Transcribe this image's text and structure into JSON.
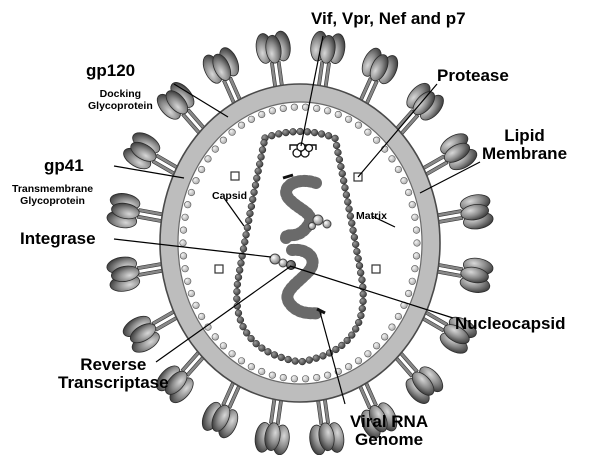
{
  "diagram": {
    "labels": {
      "vif_vpr_nef_p7": "Vif, Vpr, Nef and p7",
      "protease": "Protease",
      "lipid_membrane_line1": "Lipid",
      "lipid_membrane_line2": "Membrane",
      "gp120": "gp120",
      "gp120_sub_line1": "Docking",
      "gp120_sub_line2": "Glycoprotein",
      "gp41": "gp41",
      "gp41_sub_line1": "Transmembrane",
      "gp41_sub_line2": "Glycoprotein",
      "capsid": "Capsid",
      "matrix": "Matrix",
      "integrase": "Integrase",
      "nucleocapsid": "Nucleocapsid",
      "reverse_transcriptase_line1": "Reverse",
      "reverse_transcriptase_line2": "Transcriptase",
      "viral_rna_genome_line1": "Viral RNA",
      "viral_rna_genome_line2": "Genome"
    },
    "colors": {
      "background": "#ffffff",
      "outer_membrane": "#b8b8b8",
      "matrix_beads": "#d6d6d6",
      "capsid_beads": "#6a6a6a",
      "spike_fill": "#7a7a7a",
      "rna": "#6e6e6e",
      "leader_line": "#000000"
    }
  }
}
